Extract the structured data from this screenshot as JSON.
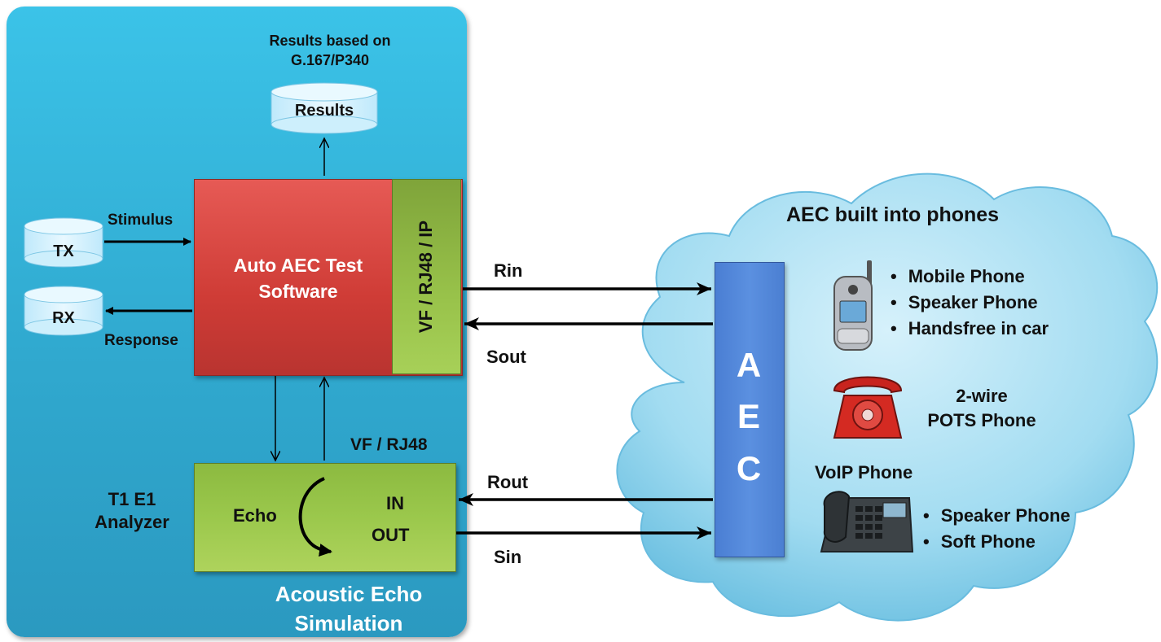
{
  "simulation": {
    "results_note": [
      "Results based on",
      "G.167/P340"
    ],
    "results_db": "Results",
    "tx_db": "TX",
    "rx_db": "RX",
    "stimulus": "Stimulus",
    "response": "Response",
    "software": [
      "Auto AEC Test",
      "Software"
    ],
    "interface": "VF / RJ48 / IP",
    "analyzer": [
      "T1 E1",
      "Analyzer"
    ],
    "analyzer_interface": "VF / RJ48",
    "echo": "Echo",
    "in": "IN",
    "out": "OUT",
    "panel_title": [
      "Acoustic Echo",
      "Simulation"
    ]
  },
  "signals": {
    "rin": "Rin",
    "sout": "Sout",
    "rout": "Rout",
    "sin": "Sin"
  },
  "aec": [
    "A",
    "E",
    "C"
  ],
  "phones": {
    "title": "AEC built into phones",
    "mobile_list": [
      "Mobile Phone",
      "Speaker Phone",
      "Handsfree in car"
    ],
    "pots": [
      "2-wire",
      "POTS Phone"
    ],
    "voip_title": "VoIP Phone",
    "voip_list": [
      "Speaker Phone",
      "Soft Phone"
    ]
  },
  "colors": {
    "panel": "#3bc3e8",
    "software_box": "#d9463f",
    "interface_strip": "#98c24a",
    "analyzer_box": "#9bc84c",
    "aec_bar": "#5b90e0",
    "cloud": "#8fd3ef"
  },
  "icons": [
    "database-icon",
    "mobile-phone-icon",
    "rotary-phone-icon",
    "voip-phone-icon",
    "cloud-shape",
    "echo-loop-arrow-icon"
  ]
}
